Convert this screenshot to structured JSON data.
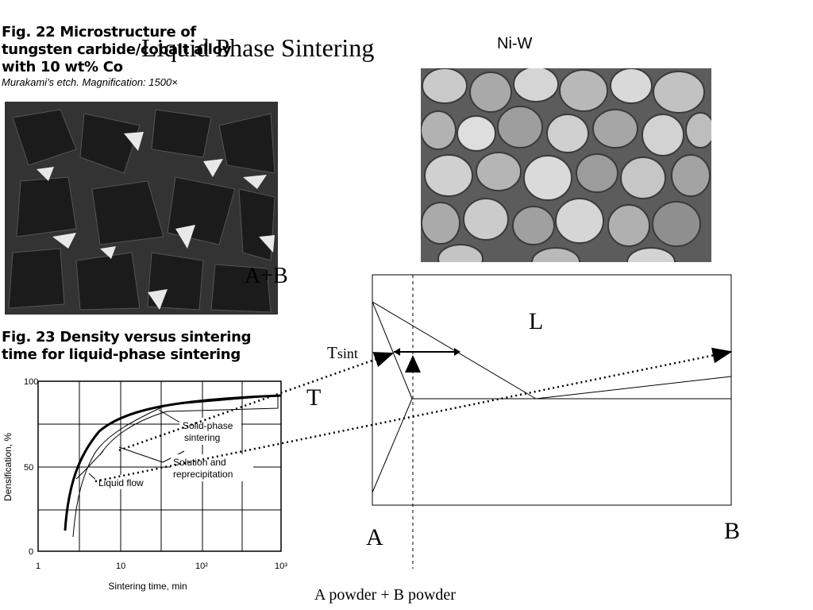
{
  "slide_title": "Liquid Phase Sintering",
  "fig22": {
    "caption_line1": "Fig. 22 Microstructure of",
    "caption_line2": "tungsten carbide/cobalt alloy",
    "caption_line3": "with 10 wt% Co",
    "subcaption": "Murakami's etch. Magnification: 1500×"
  },
  "niw_label": "Ni-W",
  "fig23": {
    "caption_line1": "Fig. 23 Density versus sintering",
    "caption_line2": "time for liquid-phase sintering",
    "ylabel": "Densification, %",
    "xlabel": "Sintering time, min",
    "yticks": [
      "0",
      "50",
      "100"
    ],
    "xticks": [
      "1",
      "10",
      "10²",
      "10³"
    ],
    "annotations": {
      "solid_phase_1": "Solid-phase",
      "solid_phase_2": "sintering",
      "solution_1": "Solution and",
      "solution_2": "reprecipitation",
      "liquid_flow": "Liquid flow"
    }
  },
  "phase_diagram": {
    "label_A_plus_B": "A+B",
    "label_L": "L",
    "label_T": "T",
    "label_T_sint_main": "T",
    "label_T_sint_sub": "sint",
    "label_A": "A",
    "label_B": "B",
    "caption": "A powder + B powder"
  }
}
